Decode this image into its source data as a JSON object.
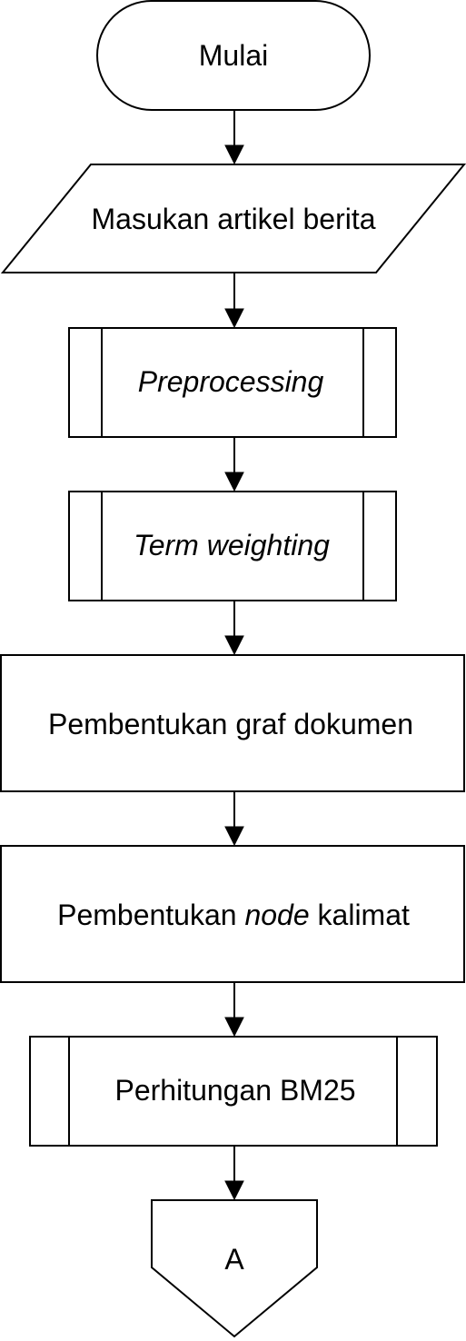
{
  "flowchart": {
    "start": {
      "label": "Mulai"
    },
    "input": {
      "label": "Masukan artikel berita"
    },
    "preprocessing": {
      "label": "Preprocessing"
    },
    "term_weighting": {
      "label": "Term weighting"
    },
    "graph_forming": {
      "label": "Pembentukan graf dokumen"
    },
    "sentence_node": {
      "label_before": "Pembentukan ",
      "label_italic": "node",
      "label_after": " kalimat"
    },
    "bm25": {
      "label": "Perhitungan BM25"
    },
    "connector": {
      "label": "A"
    }
  }
}
